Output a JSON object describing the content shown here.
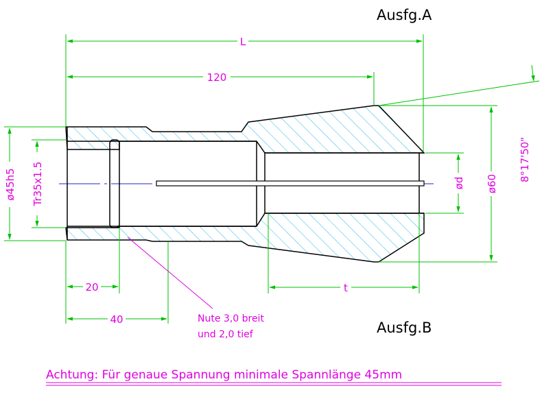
{
  "titles": {
    "variant_a": "Ausfg.A",
    "variant_b": "Ausfg.B"
  },
  "dimensions": {
    "overall_length": "L",
    "length_120": "120",
    "taper_angle": "8°17'50\"",
    "outer_diameter_45": "ø45h5",
    "thread": "Tr35x1.5",
    "bore_diameter": "ød",
    "outer_diameter_60": "ø60",
    "length_20": "20",
    "length_40": "40",
    "bore_depth": "t"
  },
  "note": {
    "line1": "Nute 3,0 breit",
    "line2": "und 2,0 tief"
  },
  "footer": {
    "warning": "Achtung: Für genaue Spannung minimale Spannlänge 45mm"
  },
  "colors": {
    "outline": "#000000",
    "dimension": "#00c000",
    "label": "#e000e0",
    "hatch": "#20b8e8",
    "centerline": "#2020d0",
    "background": "#ffffff"
  }
}
